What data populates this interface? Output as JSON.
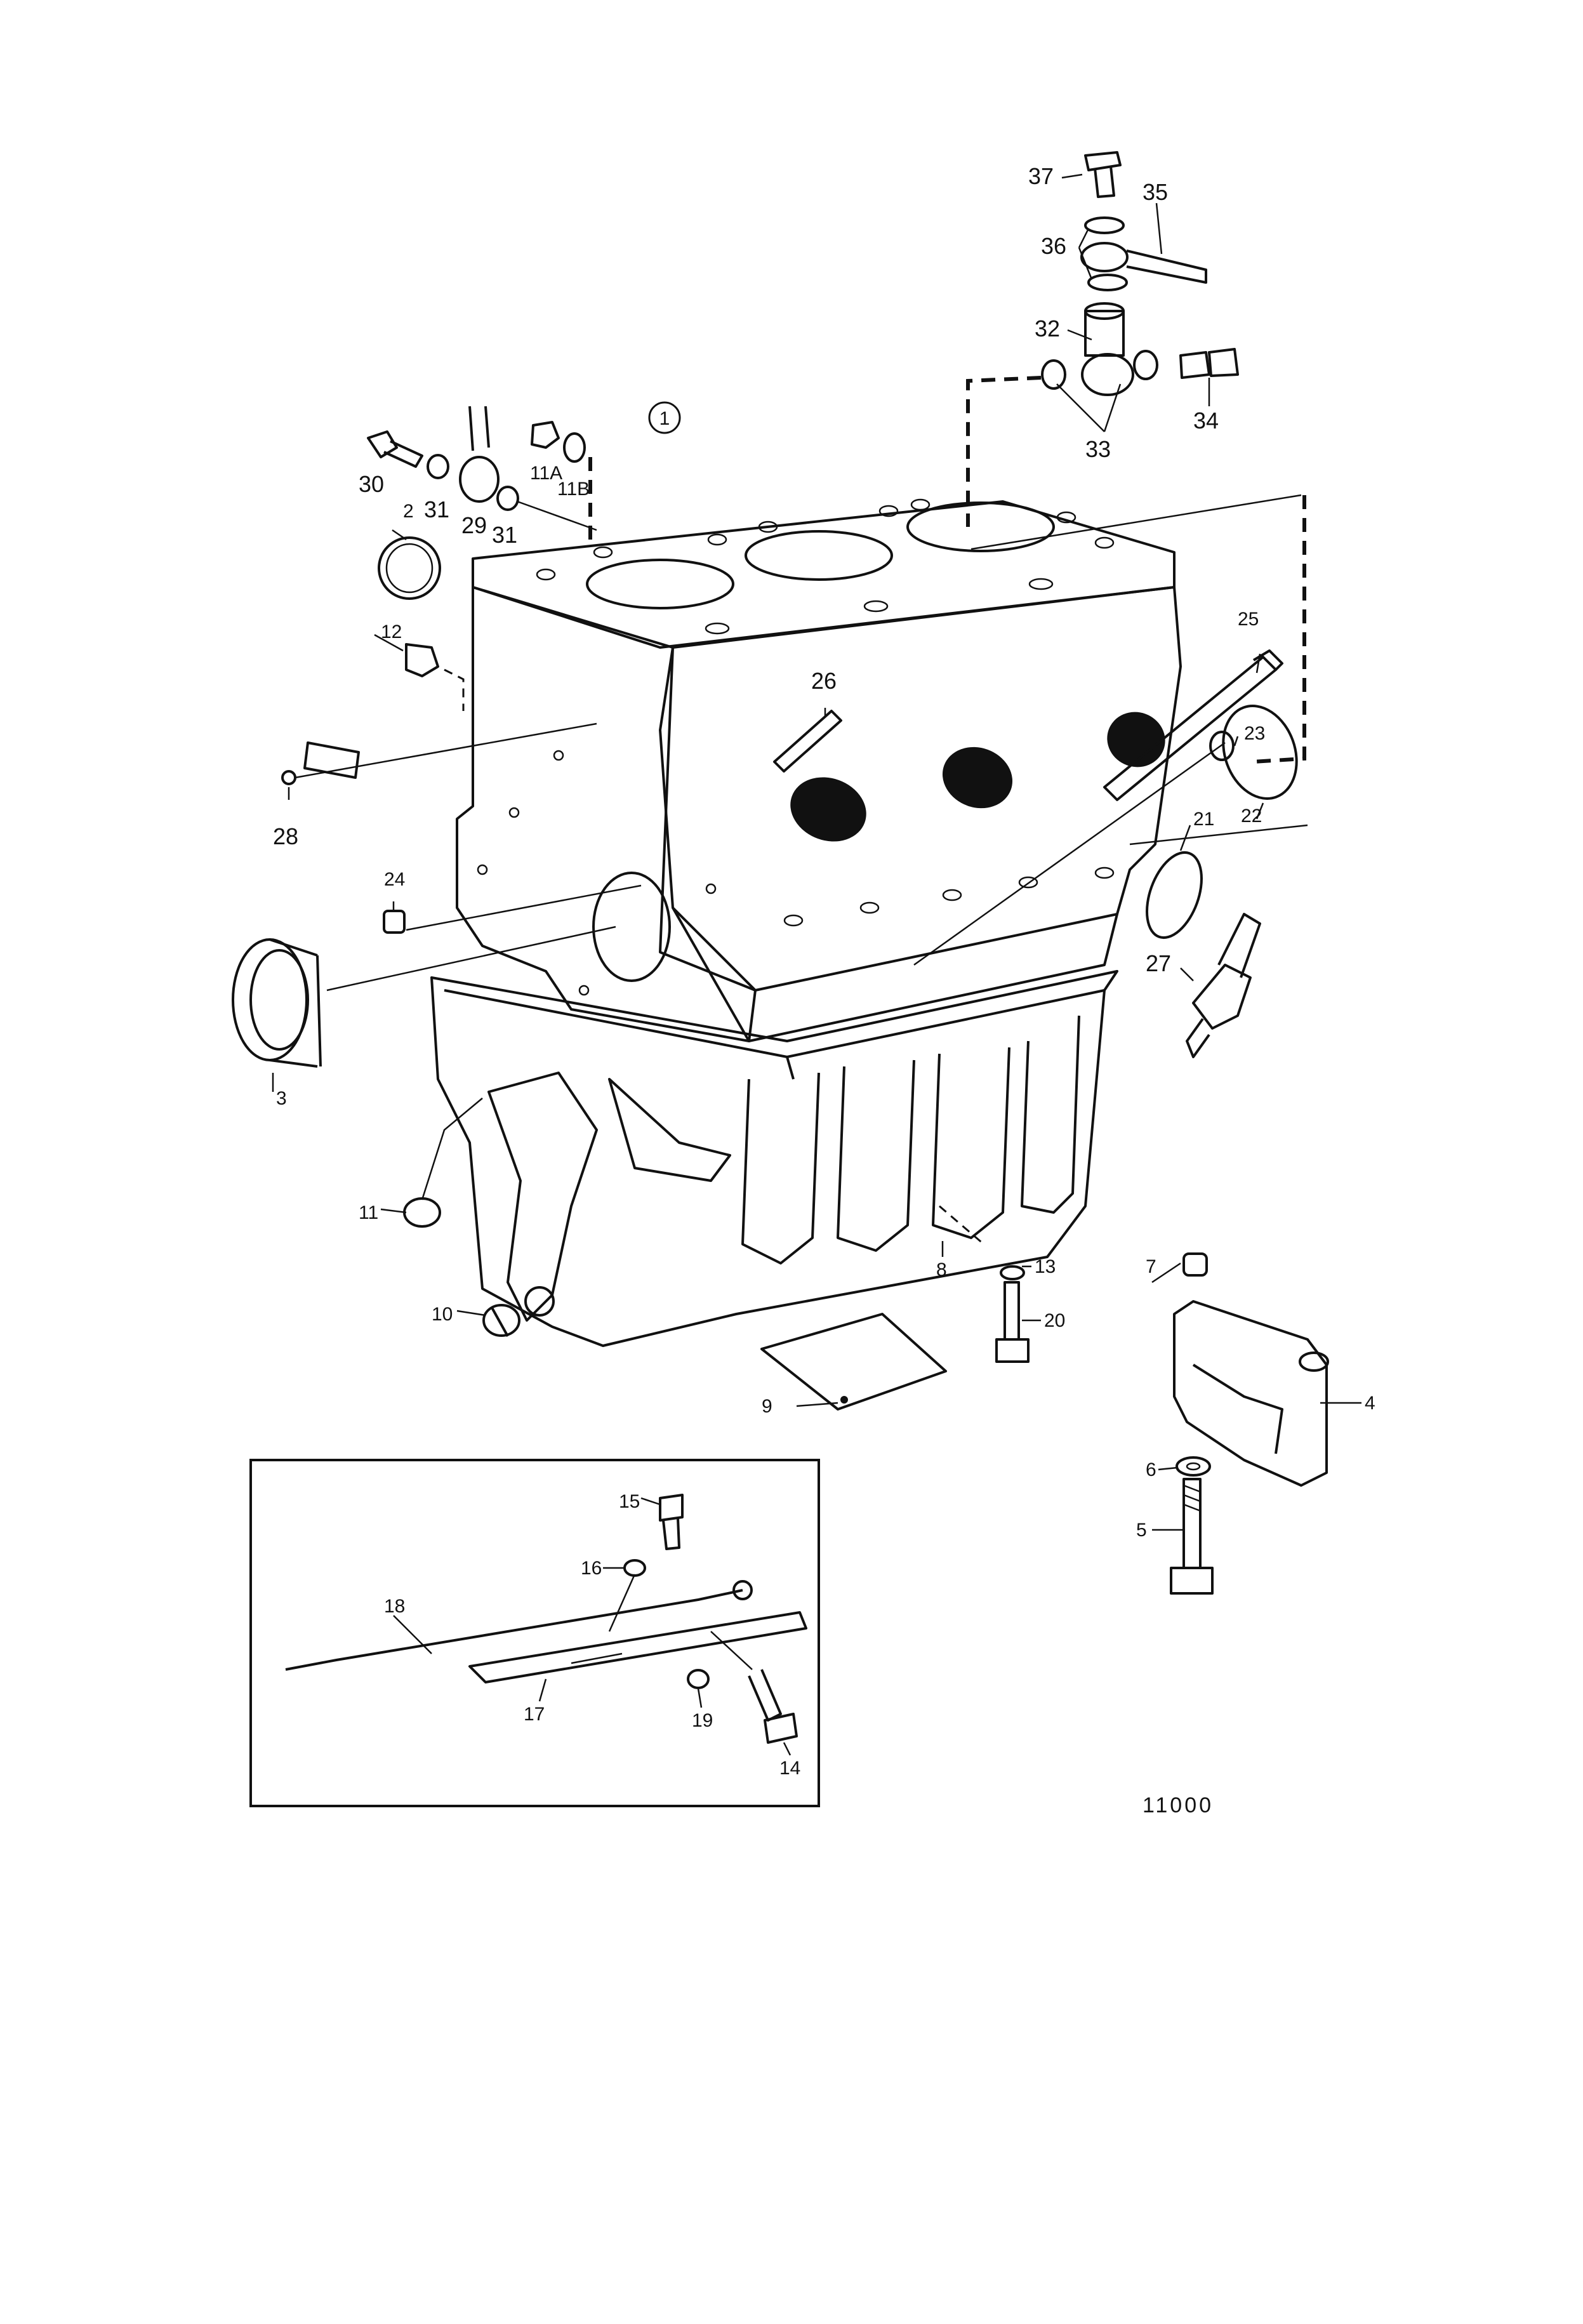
{
  "diagram": {
    "group_marker": "1",
    "reference_number": "11000",
    "callouts": {
      "c2": "2",
      "c3": "3",
      "c4": "4",
      "c5": "5",
      "c6": "6",
      "c7": "7",
      "c8": "8",
      "c9": "9",
      "c10": "10",
      "c11": "11",
      "c11a": "11A",
      "c11b": "11B",
      "c12": "12",
      "c13": "13",
      "c14": "14",
      "c15": "15",
      "c16": "16",
      "c17": "17",
      "c18": "18",
      "c19": "19",
      "c20": "20",
      "c21": "21",
      "c22": "22",
      "c23": "23",
      "c24": "24",
      "c25": "25",
      "c26": "26",
      "c27": "27",
      "c28": "28",
      "c29": "29",
      "c30": "30",
      "c31a": "31",
      "c31b": "31",
      "c32": "32",
      "c33": "33",
      "c34": "34",
      "c35": "35",
      "c36": "36",
      "c37": "37"
    }
  }
}
